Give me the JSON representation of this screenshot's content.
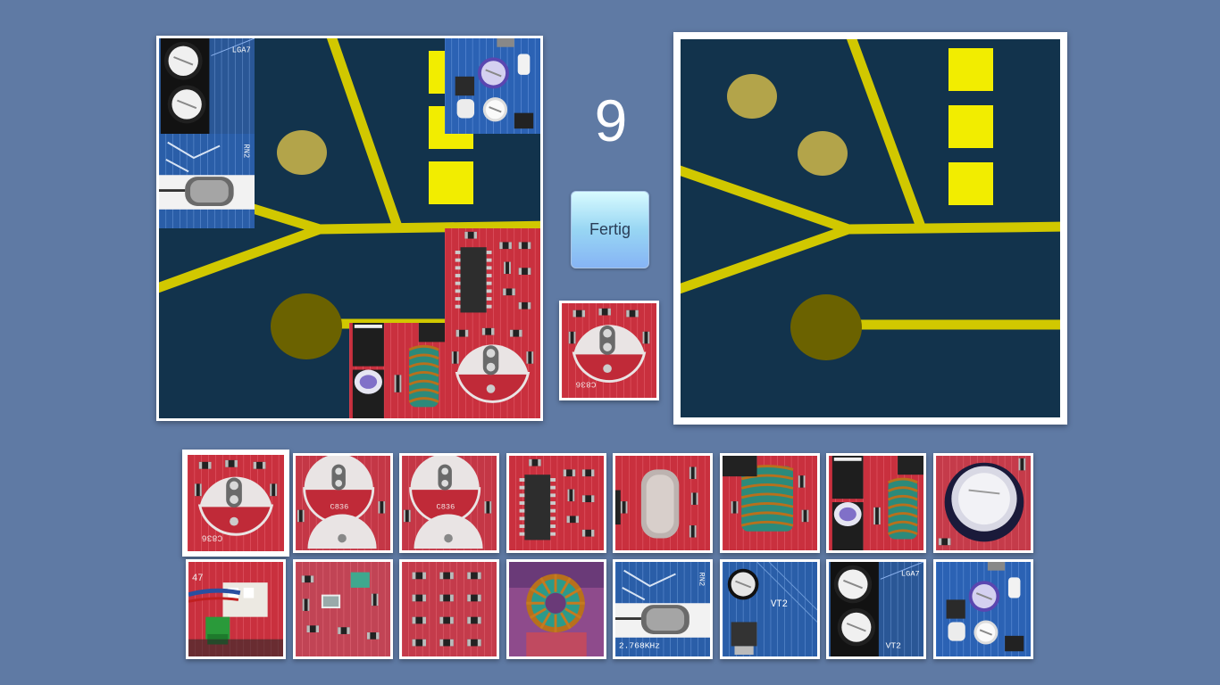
{
  "game": {
    "move_count": "9",
    "done_label": "Fertig",
    "colors": {
      "background": "#5f7aa4",
      "board": "#12334c",
      "trace": "#d1c800",
      "pad_square": "#f2ed00",
      "pad_round_light": "#b3a44a",
      "pad_round_dark": "#6b6200",
      "pcb_red": "#c9303e",
      "pcb_blue": "#2a5ea8",
      "pcb_silk": "#e9e4e4"
    }
  },
  "work_board": {
    "pieces": [
      {
        "id": "top-left-electrolytic-caps",
        "theme": "blue-caps"
      },
      {
        "id": "top-right-blue-regulator",
        "theme": "blue-regulator"
      },
      {
        "id": "left-blue-crystal",
        "theme": "blue-crystal"
      },
      {
        "id": "right-red-ic-chip",
        "theme": "red-ic"
      },
      {
        "id": "bottom-red-capacitor-coil",
        "theme": "red-cap-coil"
      },
      {
        "id": "bottom-right-red-capacitor-footprint",
        "theme": "red-footprint"
      }
    ]
  },
  "current_piece": {
    "theme": "red-footprint",
    "label": "C836"
  },
  "tray": {
    "selected_index": 0,
    "tiles": [
      {
        "id": "tile-1",
        "theme": "red-footprint",
        "label": "C836"
      },
      {
        "id": "tile-2",
        "theme": "red-double-footprint",
        "label": "C836"
      },
      {
        "id": "tile-3",
        "theme": "red-double-footprint",
        "label": "C836"
      },
      {
        "id": "tile-4",
        "theme": "red-ic"
      },
      {
        "id": "tile-5",
        "theme": "red-crystal"
      },
      {
        "id": "tile-6",
        "theme": "red-coil"
      },
      {
        "id": "tile-7",
        "theme": "red-cap-coil"
      },
      {
        "id": "tile-8",
        "theme": "red-big-cap"
      },
      {
        "id": "tile-9",
        "theme": "red-connector",
        "label": "47"
      },
      {
        "id": "tile-10",
        "theme": "red-smd-fuse"
      },
      {
        "id": "tile-11",
        "theme": "red-smd-grid"
      },
      {
        "id": "tile-12",
        "theme": "toroid"
      },
      {
        "id": "tile-13",
        "theme": "blue-crystal",
        "label": "2.768KHz"
      },
      {
        "id": "tile-14",
        "theme": "blue-caps-vt2",
        "label": "VT2"
      },
      {
        "id": "tile-15",
        "theme": "blue-caps",
        "label": "VT2"
      },
      {
        "id": "tile-16",
        "theme": "blue-regulator"
      }
    ]
  }
}
